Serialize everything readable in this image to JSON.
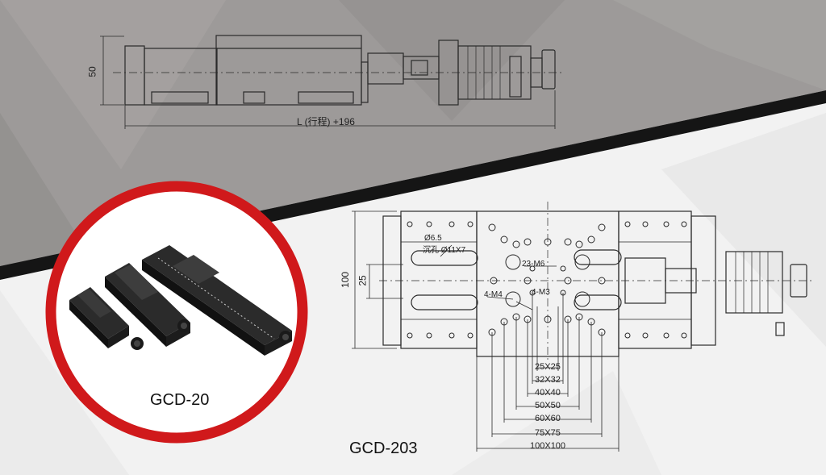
{
  "top_view": {
    "height_dim": "50",
    "length_dim": "L (行程) +196"
  },
  "plan_view": {
    "width_dim": "100",
    "inner_dim": "25",
    "hole_dia": "Ø6.5",
    "counterbore": "沉孔 Ø11X7",
    "thread_main": "23-M6",
    "thread_m4": "4-M4",
    "thread_m3": "4-M3",
    "pitch_labels": [
      "25X25",
      "32X32",
      "40X40",
      "50X50",
      "60X60",
      "75X75",
      "100X100"
    ]
  },
  "product_photo": {
    "caption": "GCD-20"
  },
  "drawing_caption": "GCD-203",
  "colors": {
    "accent_ring": "#d0191b",
    "band": "#151515",
    "top_bg": "#9d9a99"
  }
}
